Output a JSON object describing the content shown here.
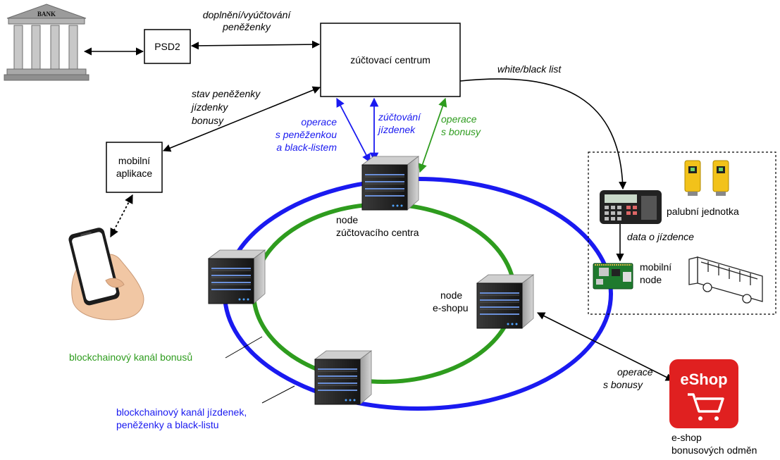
{
  "colors": {
    "blue": "#1a1af0",
    "green": "#2e9c1e",
    "black": "#000000",
    "bank_gray": "#8a8a8a",
    "eshop_red": "#e02020",
    "validator_yellow": "#f2c21a"
  },
  "nodes": {
    "bank": "BANK",
    "psd2": "PSD2",
    "clearing_center": "zúčtovací centrum",
    "mobile_app": [
      "mobilní",
      "aplikace"
    ],
    "clearing_node": [
      "node",
      "zúčtovacího centra"
    ],
    "eshop_node": [
      "node",
      "e-shopu"
    ],
    "onboard_unit": "palubní jednotka",
    "mobile_node": [
      "mobilní",
      "node"
    ],
    "eshop_logo": "eShop",
    "eshop_caption": [
      "e-shop",
      "bonusových odměn"
    ]
  },
  "edges": {
    "bank_psd2": "",
    "psd2_center": [
      "doplnění/vyúčtování",
      "peněženky"
    ],
    "app_center": [
      "stav peněženky",
      "jízdenky",
      "bonusy"
    ],
    "wallet_ops": [
      "operace",
      "s peněženkou",
      "a black-listem"
    ],
    "ticket_clearing": [
      "zúčtování",
      "jízdenek"
    ],
    "bonus_ops": [
      "operace",
      "s bonusy"
    ],
    "white_black_list": "white/black list",
    "trip_data": "data o jízdence",
    "eshop_bonus_ops": [
      "operace",
      "s bonusy"
    ]
  },
  "channels": {
    "green": "blockchainový kanál bonusů",
    "blue": [
      "blockchainový kanál jízdenek,",
      "peněženky a black-listu"
    ]
  },
  "icons": [
    "bank-icon",
    "smartphone-icon",
    "server-icon",
    "onboard-unit-icon",
    "validator-icon",
    "raspberry-pi-icon",
    "bus-icon",
    "eshop-logo-icon"
  ]
}
